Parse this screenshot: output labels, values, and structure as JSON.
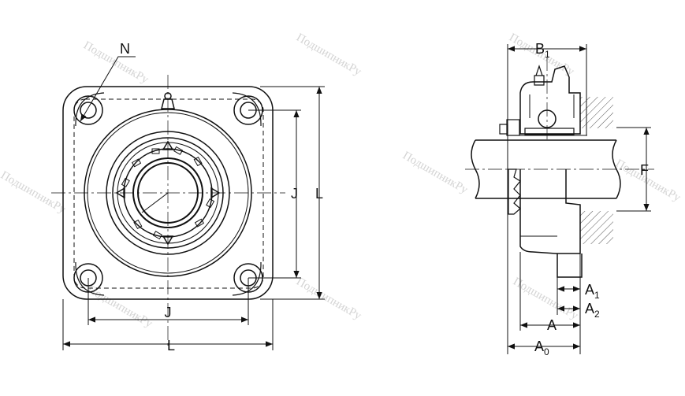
{
  "watermark": "ПодшипникРу",
  "front_view": {
    "labels": {
      "n": "N",
      "j_horizontal": "J",
      "l_horizontal": "L",
      "j_vertical": "J",
      "l_vertical": "L"
    }
  },
  "side_view": {
    "labels": {
      "b1_main": "B",
      "b1_sub": "1",
      "f": "F",
      "a1_main": "A",
      "a1_sub": "1",
      "a2_main": "A",
      "a2_sub": "2",
      "a": "A",
      "a0_main": "A",
      "a0_sub": "0"
    }
  },
  "colors": {
    "line": "#111111",
    "hatch": "#555555",
    "watermark": "#d4d4d4"
  }
}
